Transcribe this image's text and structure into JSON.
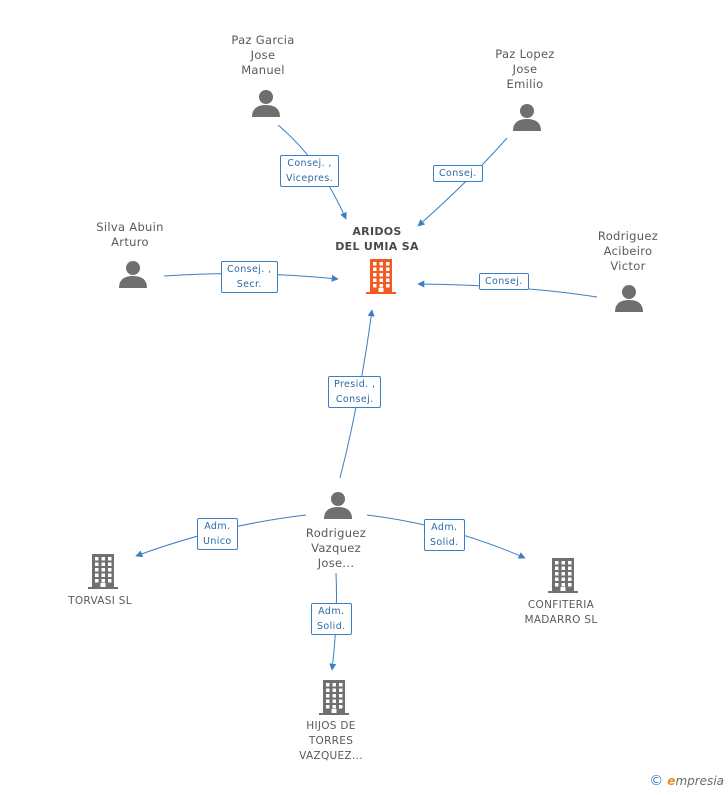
{
  "center": {
    "name": "ARIDOS\nDEL UMIA SA",
    "color": "#f25a24"
  },
  "persons": [
    {
      "key": "paz-garcia",
      "name": "Paz Garcia\nJose\nManuel"
    },
    {
      "key": "paz-lopez",
      "name": "Paz Lopez\nJose\nEmilio"
    },
    {
      "key": "silva-abuin",
      "name": "Silva Abuin\nArturo"
    },
    {
      "key": "rodriguez-acibeiro",
      "name": "Rodriguez\nAcibeiro\nVictor"
    },
    {
      "key": "rodriguez-vazquez",
      "name": "Rodriguez\nVazquez\nJose..."
    }
  ],
  "companies": [
    {
      "key": "torvasi",
      "name": "TORVASI SL"
    },
    {
      "key": "confiteria",
      "name": "CONFITERIA\nMADARRO SL"
    },
    {
      "key": "hijos-de-torres",
      "name": "HIJOS DE\nTORRES\nVAZQUEZ..."
    }
  ],
  "relations": [
    {
      "key": "paz-garcia",
      "label": "Consej. ,\nVicepres."
    },
    {
      "key": "paz-lopez",
      "label": "Consej."
    },
    {
      "key": "silva-abuin",
      "label": "Consej. ,\nSecr."
    },
    {
      "key": "rodriguez-acibeiro",
      "label": "Consej."
    },
    {
      "key": "rodriguez-vazquez",
      "label": "Presid. ,\nConsej."
    },
    {
      "key": "torvasi",
      "label": "Adm.\nUnico"
    },
    {
      "key": "confiteria",
      "label": "Adm.\nSolid."
    },
    {
      "key": "hijos-de-torres",
      "label": "Adm.\nSolid."
    }
  ],
  "colors": {
    "edge": "#3b7fc4",
    "person_icon": "#6f6f6f",
    "company_icon": "#707070"
  },
  "brand": {
    "copyright": "©",
    "e": "e",
    "rest": "mpresia"
  }
}
